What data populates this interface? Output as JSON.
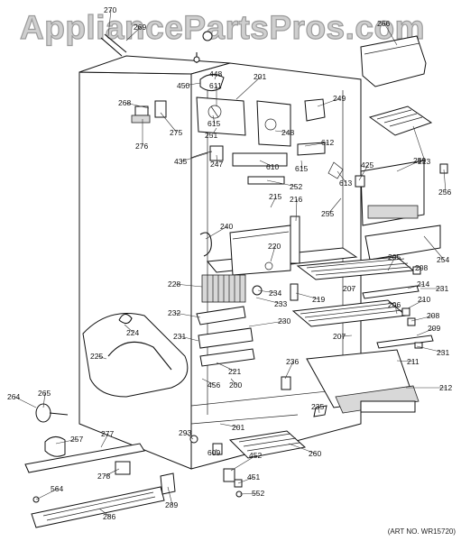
{
  "watermark": "AppliancePartsPros.com",
  "art_number": "(ART NO. WR15720)",
  "part_labels": [
    "270",
    "269",
    "266",
    "448",
    "450",
    "611",
    "201",
    "249",
    "268",
    "615",
    "251",
    "248",
    "612",
    "276",
    "275",
    "435",
    "247",
    "610",
    "615",
    "213",
    "425",
    "259",
    "252",
    "256",
    "613",
    "215",
    "216",
    "255",
    "240",
    "220",
    "254",
    "205",
    "208",
    "228",
    "234",
    "207",
    "214",
    "231",
    "219",
    "233",
    "232",
    "210",
    "206",
    "208",
    "230",
    "224",
    "231",
    "209",
    "231",
    "207",
    "211",
    "225",
    "221",
    "236",
    "212",
    "456",
    "200",
    "264",
    "265",
    "235",
    "201",
    "293",
    "257",
    "277",
    "260",
    "609",
    "452",
    "278",
    "451",
    "564",
    "552",
    "289",
    "286"
  ]
}
